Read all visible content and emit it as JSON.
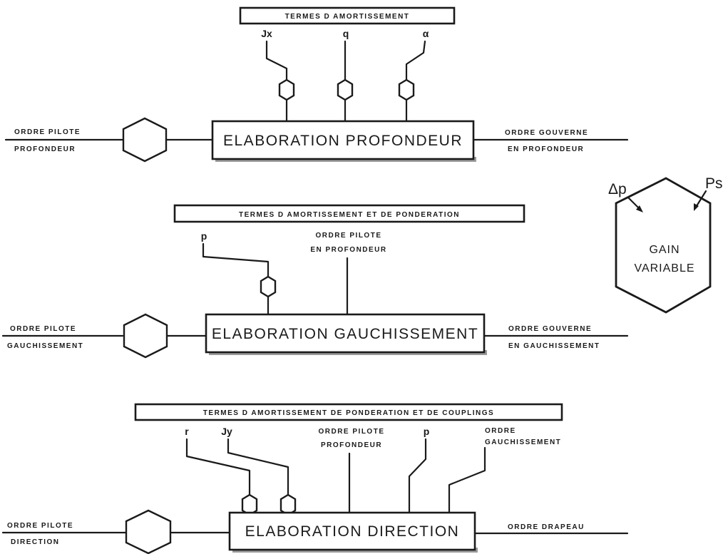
{
  "diagrams": [
    {
      "header": "TERMES  D AMORTISSEMENT",
      "main_block": "ELABORATION   PROFONDEUR",
      "input_line1": "ORDRE PILOTE",
      "input_line2": "PROFONDEUR",
      "output_line1": "ORDRE GOUVERNE",
      "output_line2": "EN PROFONDEUR",
      "inputs": [
        "Jx",
        "q",
        "α"
      ]
    },
    {
      "header": "TERMES  D AMORTISSEMENT ET DE PONDERATION",
      "main_block": "ELABORATION   GAUCHISSEMENT",
      "input_line1": "ORDRE PILOTE",
      "input_line2": "GAUCHISSEMENT",
      "output_line1": "ORDRE GOUVERNE",
      "output_line2": "EN GAUCHISSEMENT",
      "inputs": [
        "p"
      ],
      "direct_input_line1": "ORDRE PILOTE",
      "direct_input_line2": "EN PROFONDEUR"
    },
    {
      "header": "TERMES  D AMORTISSEMENT DE PONDERATION ET DE COUPLINGS",
      "main_block": "ELABORATION   DIRECTION",
      "input_line1": "ORDRE PILOTE",
      "input_line2": "DIRECTION",
      "output_line1": "ORDRE  DRAPEAU",
      "inputs": [
        "r",
        "Jy",
        "p"
      ],
      "direct_input_line1": "ORDRE PILOTE",
      "direct_input_line2": "PROFONDEUR",
      "direct_input2_line1": "ORDRE",
      "direct_input2_line2": "GAUCHISSEMENT"
    }
  ],
  "legend": {
    "line1": "GAIN",
    "line2": "VARIABLE",
    "input_left": "Δp",
    "input_right": "Ps"
  }
}
